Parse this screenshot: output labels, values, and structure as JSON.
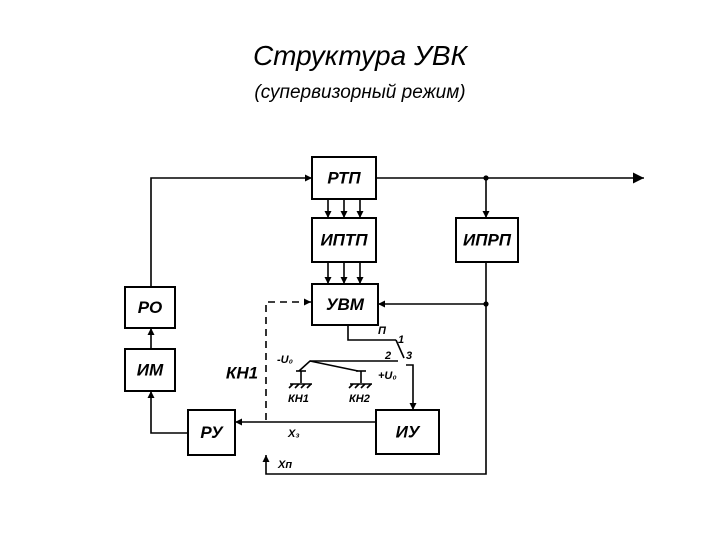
{
  "title": "Структура  УВК",
  "subtitle": "(супервизорный режим)",
  "blocks": {
    "rtp": "РТП",
    "iptp": "ИПТП",
    "iprp": "ИПРП",
    "uvm": "УВМ",
    "ro": "РО",
    "im": "ИМ",
    "ru": "РУ",
    "iu": "ИУ"
  },
  "labels": {
    "kn1_big": "КН1",
    "p": "П",
    "c1": "1",
    "c2": "2",
    "c3": "3",
    "minus_u0": "-U₀",
    "plus_u0": "+U₀",
    "kn1": "КН1",
    "kn2": "КН2",
    "x3": "X₃",
    "xp": "Xп"
  }
}
